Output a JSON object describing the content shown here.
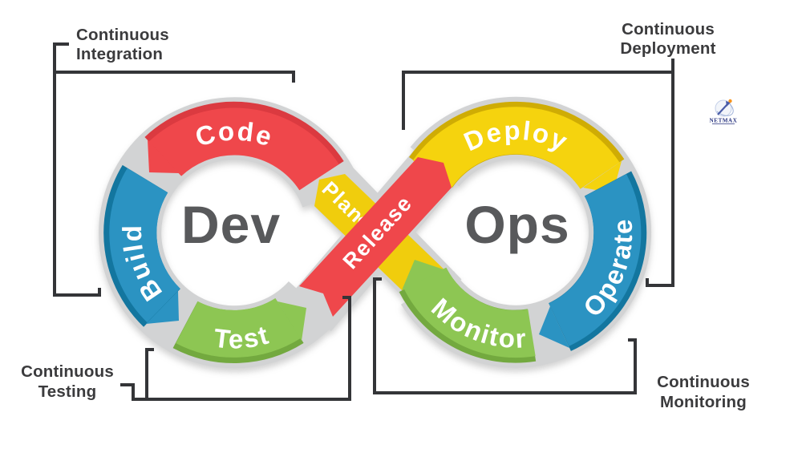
{
  "diagram": {
    "left_loop_word": "Dev",
    "right_loop_word": "Ops",
    "segments": {
      "plan": "Plan",
      "code": "Code",
      "build": "Build",
      "test": "Test",
      "release": "Release",
      "deploy": "Deploy",
      "operate": "Operate",
      "monitor": "Monitor"
    },
    "captions": {
      "integration": {
        "line1": "Continuous",
        "line2": "Integration"
      },
      "deployment": {
        "line1": "Continuous",
        "line2": "Deployment"
      },
      "testing": {
        "line1": "Continuous",
        "line2": "Testing"
      },
      "monitoring": {
        "line1": "Continuous",
        "line2": "Monitoring"
      }
    },
    "colors": {
      "red": "#ef474b",
      "red_dark": "#db3a40",
      "yellow": "#f5d30e",
      "yellow_dark": "#cfac04",
      "green": "#8dc653",
      "green_dark": "#73a93f",
      "blue": "#2b93c2",
      "blue_dark": "#13769f",
      "outline_gray": "#d2d3d4",
      "loop_word_gray": "#58595b",
      "caption_gray": "#3b3b3d"
    },
    "logo": {
      "company": "NetMax",
      "text": "NETMAX"
    }
  }
}
